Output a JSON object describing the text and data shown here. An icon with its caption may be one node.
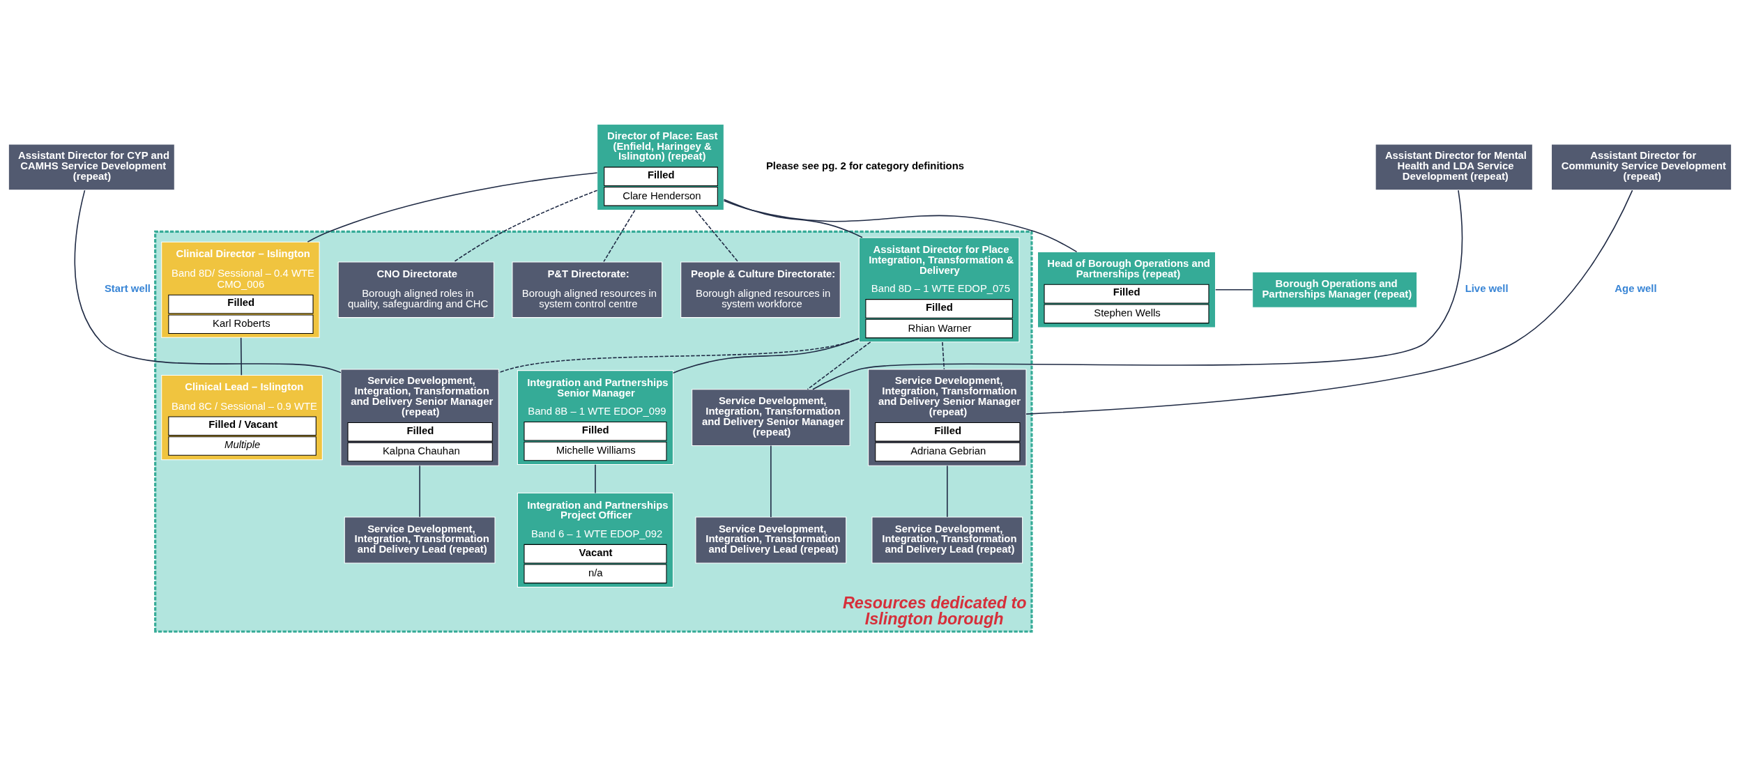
{
  "diagram": {
    "nodes": [
      {
        "text": [
          "Director of Place: East (Enfield, Haringey & Islington) (repeat)",
          "Filled",
          "Clare Henderson"
        ]
      },
      {
        "text": [
          "Head of Borough Operations and Partnerships (repeat)",
          "Filled",
          "Stephen Wells"
        ]
      },
      {
        "text": [
          "Borough Operations and Partnerships Manager (repeat)"
        ]
      },
      {
        "text": [
          "Assistant Director for CYP and CAMHS Service Development (repeat)"
        ]
      },
      {
        "text": [
          "Assistant Director for Mental Health and LDA Service Development (repeat)"
        ]
      },
      {
        "text": [
          "Assistant Director for Community Service Development (repeat)"
        ]
      },
      {
        "text": [
          "Resources dedicated to Islington borough"
        ]
      },
      {
        "text": [
          "Assistant Director for Place Integration, Transformation & Delivery",
          "Band 8D – 1 WTE EDOP_075",
          "Filled",
          "Rhian Warner"
        ],
        "in": 6
      },
      {
        "text": [
          "Clinical Director – Islington",
          "Band 8D/ Sessional – 0.4 WTE CMO_006",
          "Filled",
          "Karl Roberts"
        ],
        "in": 6
      },
      {
        "text": [
          "CNO Directorate",
          "Borough aligned roles in quality, safeguarding and CHC"
        ],
        "in": 6
      },
      {
        "text": [
          "P&T Directorate:",
          "Borough aligned resources in system control centre"
        ],
        "in": 6
      },
      {
        "text": [
          "People & Culture Directorate:",
          "Borough aligned resources in system workforce"
        ],
        "in": 6
      },
      {
        "text": [
          "Service Development, Integration, Transformation and Delivery Senior Manager (repeat)",
          "Filled",
          "Kalpna Chauhan"
        ],
        "in": 6
      },
      {
        "text": [
          "Service Development, Integration, Transformation and Delivery Senior Manager (repeat)"
        ],
        "in": 6
      },
      {
        "text": [
          "Service Development, Integration, Transformation and Delivery Senior Manager (repeat)",
          "Filled",
          "Adriana Gebrian"
        ],
        "in": 6
      },
      {
        "text": [
          "Integration and Partnerships Senior Manager",
          "Band 8B – 1 WTE EDOP_099",
          "Filled",
          "Michelle Williams"
        ],
        "in": 6
      },
      {
        "text": [
          "Clinical Lead – Islington",
          "Band 8C / Sessional – 0.9 WTE",
          "Filled / Vacant",
          "Multiple"
        ],
        "in": 6
      },
      {
        "text": [
          "Service Development, Integration, Transformation and Delivery Lead (repeat)"
        ],
        "in": 6
      },
      {
        "text": [
          "Service Development, Integration, Transformation and Delivery Lead (repeat)"
        ],
        "in": 6
      },
      {
        "text": [
          "Service Development, Integration, Transformation and Delivery Lead (repeat)"
        ],
        "in": 6
      },
      {
        "text": [
          "Integration and Partnerships Project Officer",
          "Band 6 – 1 WTE EDOP_092",
          "Vacant",
          "n/a"
        ],
        "in": 6
      }
    ],
    "edges": [
      {
        "from": 0,
        "to": 1,
        "arrow": "none"
      },
      {
        "from": 1,
        "to": 2,
        "arrow": "none"
      },
      {
        "from": 0,
        "to": 7,
        "arrow": "none"
      },
      {
        "from": 0,
        "to": 8,
        "arrow": "none"
      },
      {
        "from": 0,
        "to": 9,
        "arrow": "none",
        "style": "dashed"
      },
      {
        "from": 0,
        "to": 10,
        "arrow": "none",
        "style": "dashed"
      },
      {
        "from": 0,
        "to": 11,
        "arrow": "none",
        "style": "dashed"
      },
      {
        "from": 3,
        "to": 12,
        "label": "Start well",
        "arrow": "none"
      },
      {
        "from": 4,
        "to": 13,
        "label": "Live well",
        "arrow": "none"
      },
      {
        "from": 5,
        "to": 14,
        "label": "Age well",
        "arrow": "none"
      },
      {
        "from": 7,
        "to": 12,
        "arrow": "none",
        "style": "dashed"
      },
      {
        "from": 7,
        "to": 13,
        "arrow": "none",
        "style": "dashed"
      },
      {
        "from": 7,
        "to": 14,
        "arrow": "none",
        "style": "dashed"
      },
      {
        "from": 7,
        "to": 15,
        "arrow": "none"
      },
      {
        "from": 8,
        "to": 16,
        "arrow": "none"
      },
      {
        "from": 12,
        "to": 17,
        "arrow": "none"
      },
      {
        "from": 13,
        "to": 18,
        "arrow": "none"
      },
      {
        "from": 14,
        "to": 19,
        "arrow": "none"
      },
      {
        "from": 15,
        "to": 20,
        "arrow": "none"
      }
    ],
    "labels": [
      "Please see pg. 2 for category definitions"
    ]
  }
}
